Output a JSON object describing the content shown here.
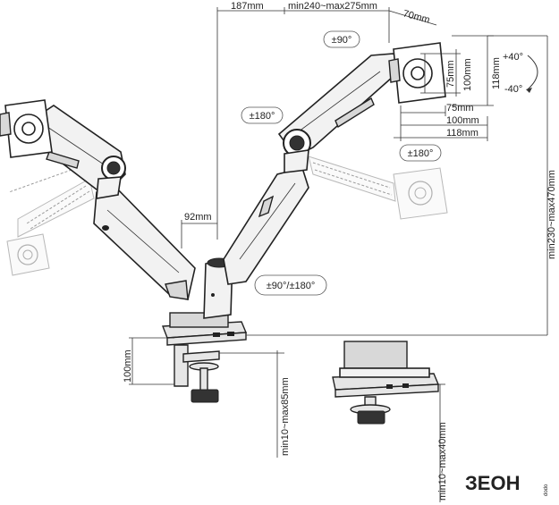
{
  "dimensions": {
    "arm_reach_inner": "187mm",
    "arm_reach_range": "min240~max275mm",
    "head_offset": "70mm",
    "vesa_h_75": "75mm",
    "vesa_h_100": "100mm",
    "vesa_h_118": "118mm",
    "vesa_v_75": "75mm",
    "vesa_v_100": "100mm",
    "vesa_v_118": "118mm",
    "arm_offset": "92mm",
    "height_range": "min230~max470mm",
    "clamp_height": "100mm",
    "desk_thickness_clamp": "min10~max85mm",
    "desk_thickness_grommet": "min10~max40mm"
  },
  "rotations": {
    "swivel_top": "±90°",
    "rotation_left": "±180°",
    "swivel_right": "±180°",
    "base_rotation": "±90°/±180°",
    "tilt_up": "+40°",
    "tilt_down": "-40°"
  },
  "brand": {
    "logo": "ЗЕОН",
    "logo_sub": "dodo"
  }
}
